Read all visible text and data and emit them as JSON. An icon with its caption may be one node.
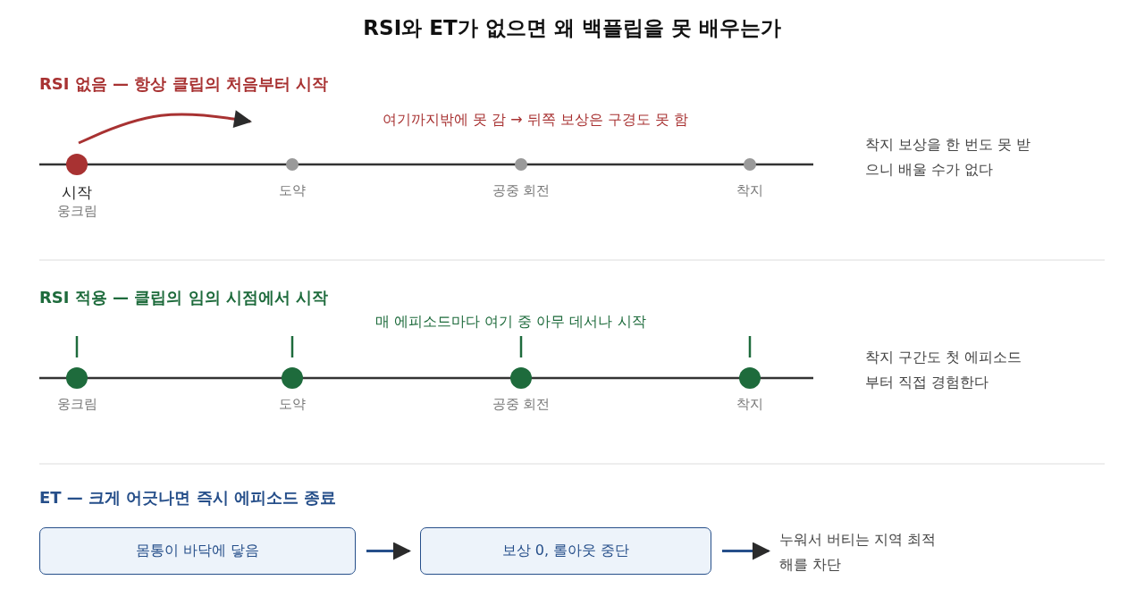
{
  "diagram": {
    "title": "RSI와 ET가 없으면 왜 백플립을 못 배우는가",
    "nodes": [
      {
        "text": [],
        "shape": "circle",
        "beside": [
          "시작",
          "웅크림"
        ]
      },
      {
        "text": [],
        "shape": "circle",
        "beside": [
          "도약"
        ]
      },
      {
        "text": [],
        "shape": "circle",
        "beside": [
          "공중 회전"
        ]
      },
      {
        "text": [],
        "shape": "circle",
        "beside": [
          "착지"
        ]
      },
      {
        "text": [],
        "shape": "circle",
        "beside": [
          "웅크림"
        ]
      },
      {
        "text": [],
        "shape": "circle",
        "beside": [
          "도약"
        ]
      },
      {
        "text": [],
        "shape": "circle",
        "beside": [
          "공중 회전"
        ]
      },
      {
        "text": [],
        "shape": "circle",
        "beside": [
          "착지"
        ]
      },
      {
        "text": [
          "몸통이 바닥에 닿음"
        ]
      },
      {
        "text": [
          "보상 0, 롤아웃 중단"
        ]
      },
      {
        "text": [
          "누워서 버티는 지역 최적해를 차단"
        ]
      }
    ],
    "edges": [
      {
        "from": 0,
        "to": null,
        "arrow": "to",
        "color": "#a83232"
      },
      {
        "from": 8,
        "to": 9,
        "arrow": "to"
      },
      {
        "from": 9,
        "to": 10,
        "arrow": "to"
      }
    ],
    "labels": [
      "RSI 없음 — 항상 클립의 처음부터 시작",
      "여기까지밖에 못 감 → 뒤쪽 보상은 구경도 못 함",
      "착지 보상을 한 번도 못 받으니 배울 수가 없다",
      "RSI 적용 — 클립의 임의 시점에서 시작",
      "매 에피소드마다 여기 중 아무 데서나 시작",
      "착지 구간도 첫 에피소드부터 직접 경험한다",
      "ET — 크게 어긋나면 즉시 에피소드 종료"
    ]
  }
}
